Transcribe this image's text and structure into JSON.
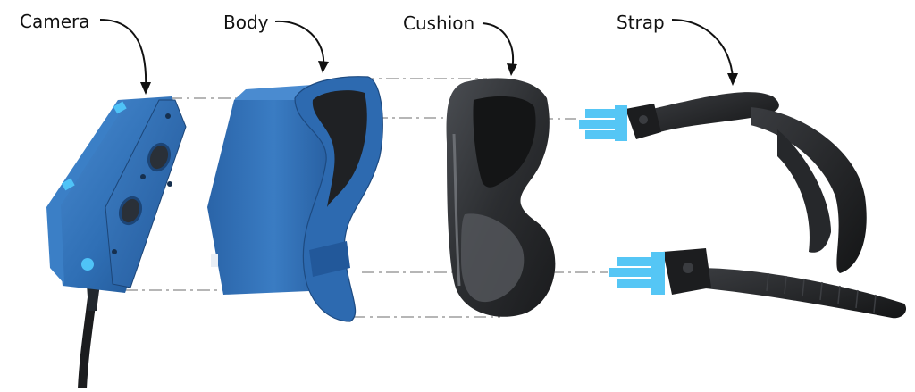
{
  "labels": {
    "camera": "Camera",
    "body": "Body",
    "cushion": "Cushion",
    "strap": "Strap"
  },
  "colors": {
    "background": "#ffffff",
    "camera_blue": "#2f6fb5",
    "camera_blue_dark": "#1f4f88",
    "accent_cyan": "#4fc3f7",
    "cushion_dark": "#2b2d30",
    "strap_black": "#1c1d1f",
    "clip_blue": "#55c6f5",
    "guide_line": "#8a8a8a",
    "arrow": "#111111"
  },
  "icons": {
    "camera": "camera-module",
    "body": "goggle-body",
    "cushion": "foam-cushion",
    "strap": "head-strap"
  }
}
